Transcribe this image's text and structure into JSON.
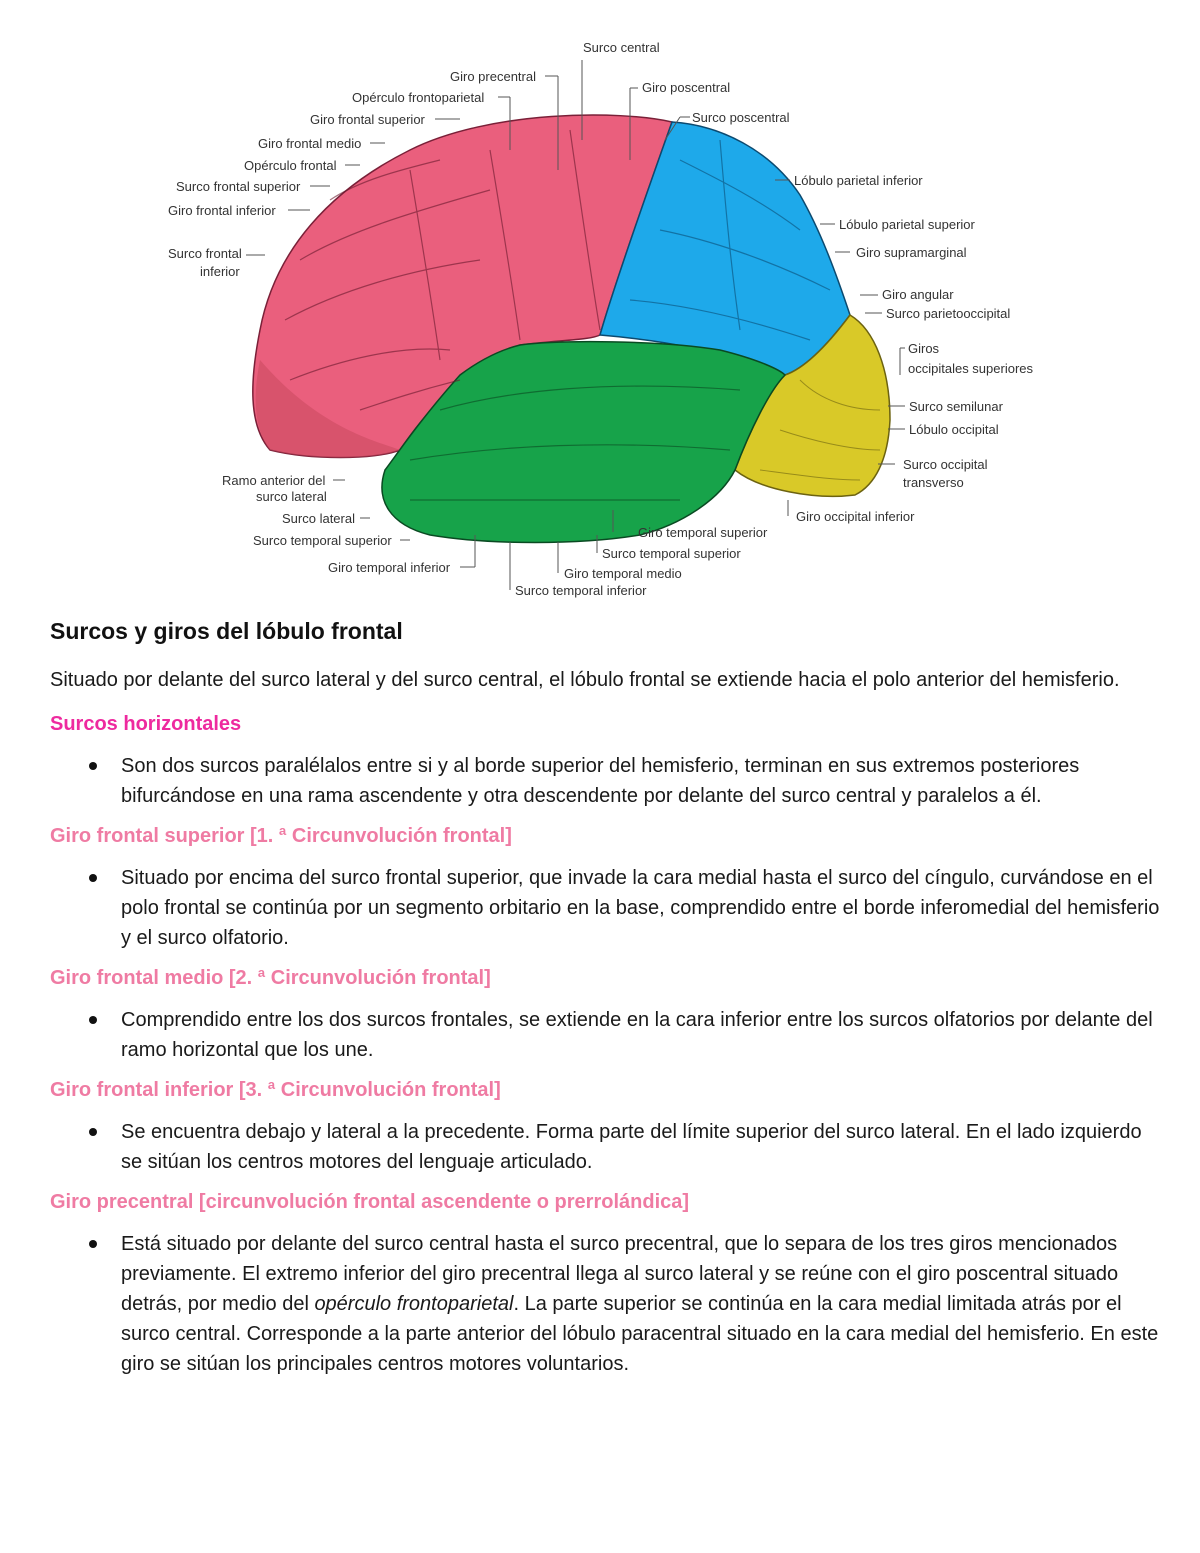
{
  "figure": {
    "labels": {
      "surco_central": "Surco central",
      "giro_precentral": "Giro precentral",
      "giro_poscentral": "Giro poscentral",
      "operculo_frontoparietal": "Opérculo frontoparietal",
      "giro_frontal_superior": "Giro frontal superior",
      "surco_poscentral": "Surco poscentral",
      "giro_frontal_medio": "Giro frontal medio",
      "operculo_frontal": "Opérculo frontal",
      "surco_frontal_superior": "Surco frontal superior",
      "lobulo_parietal_inferior": "Lóbulo parietal inferior",
      "giro_frontal_inferior": "Giro frontal inferior",
      "lobulo_parietal_superior": "Lóbulo parietal superior",
      "surco_frontal_inferior_1": "Surco frontal",
      "surco_frontal_inferior_2": "inferior",
      "giro_supramarginal": "Giro supramarginal",
      "giro_angular": "Giro angular",
      "surco_parietooccipital": "Surco parietooccipital",
      "giros_occipitales_1": "Giros",
      "giros_occipitales_2": "occipitales superiores",
      "surco_semilunar": "Surco semilunar",
      "lobulo_occipital": "Lóbulo occipital",
      "surco_occipital_transverso_1": "Surco occipital",
      "surco_occipital_transverso_2": "transverso",
      "ramo_anterior_1": "Ramo anterior del",
      "ramo_anterior_2": "surco lateral",
      "surco_lateral": "Surco lateral",
      "giro_occipital_inferior": "Giro occipital inferior",
      "giro_temporal_superior": "Giro temporal superior",
      "surco_temporal_superior_left": "Surco temporal superior",
      "surco_temporal_superior_bottom": "Surco temporal superior",
      "giro_temporal_inferior": "Giro temporal inferior",
      "giro_temporal_medio": "Giro temporal medio",
      "surco_temporal_inferior": "Surco temporal inferior"
    },
    "colors": {
      "frontal": "#ea5f7d",
      "parietal": "#1ea9ea",
      "temporal": "#17a34a",
      "occipital": "#d9c928"
    }
  },
  "document": {
    "title": "Surcos y giros del lóbulo frontal",
    "intro": "Situado por delante del surco lateral y del surco central, el lóbulo frontal se extiende hacia el polo anterior del hemisferio.",
    "sections": [
      {
        "heading": "Surcos horizontales",
        "text": "Son dos surcos paralélalos entre si y al borde superior del hemisferio, terminan en sus extremos posteriores bifurcándose en una rama ascendente y otra descendente por delante del surco central y paralelos a él."
      },
      {
        "heading": "Giro frontal superior [1. ª Circunvolución frontal]",
        "text": "Situado por encima del surco frontal superior, que invade la cara medial hasta el surco del cíngulo, curvándose en el polo frontal se continúa por un segmento orbitario en la base, comprendido entre el borde inferomedial del hemisferio y el surco olfatorio."
      },
      {
        "heading": "Giro frontal medio [2. ª Circunvolución frontal]",
        "text": "Comprendido entre los dos surcos frontales, se extiende en la cara inferior entre los surcos olfatorios por delante del ramo horizontal que los une."
      },
      {
        "heading": "Giro frontal inferior [3. ª Circunvolución frontal]",
        "text": "Se encuentra debajo y lateral a la precedente. Forma parte del límite superior del surco lateral. En el lado izquierdo se sitúan los centros motores del lenguaje articulado."
      },
      {
        "heading": "Giro precentral [circunvolución frontal ascendente o prerrolándica]",
        "text_before": "Está situado por delante del surco central hasta el surco precentral, que lo separa de los tres giros mencionados previamente. El extremo inferior del giro precentral llega al surco lateral y se reúne con el giro poscentral situado detrás, por medio del ",
        "text_em": "opérculo frontoparietal",
        "text_after": ". La parte superior se continúa en la cara medial limitada atrás por el surco central. Corresponde a la parte anterior del lóbulo paracentral situado en la cara medial del hemisferio. En este giro se sitúan los principales centros motores voluntarios."
      }
    ]
  }
}
